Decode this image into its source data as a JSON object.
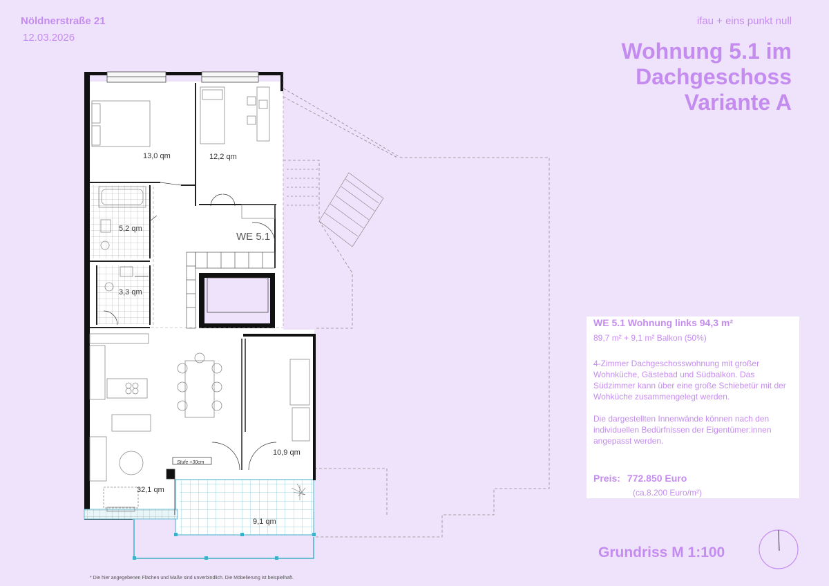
{
  "header": {
    "address": "Nöldnerstraße 21",
    "date": "12.03.2026",
    "office": "ifau + eins punkt null",
    "title_lines": [
      "Wohnung 5.1 im",
      "Dachgeschoss",
      "Variante A"
    ]
  },
  "info": {
    "headline": "WE 5.1 Wohnung links 94,3 m²",
    "area_detail": "89,7 m² + 9,1 m² Balkon (50%)",
    "description_1": "4-Zimmer Dachgeschosswohnung mit großer Wohnküche, Gästebad und Südbalkon. Das Südzimmer kann über eine große Schiebetür mit der Wohküche zusammengelegt werden.",
    "description_2": "Die dargestellten Innenwände können nach den individuellen Bedürfnissen der Eigentümer:innen angepasst werden.",
    "price_label": "Preis:",
    "price_value": "772.850 Euro",
    "price_per_sqm": "(ca.8.200 Euro/m²)"
  },
  "plan": {
    "unit_label": "WE 5.1",
    "rooms": {
      "bedroom_nw": "13,0 qm",
      "bedroom_ne": "12,2 qm",
      "bath": "5,2 qm",
      "wc": "3,3 qm",
      "living_kitchen": "32,1 qm",
      "south_room": "10,9 qm",
      "balcony": "9,1 qm"
    },
    "step_note": "Stufe +30cm"
  },
  "footer": {
    "scale": "Grundriss M 1:100",
    "note": "* Die hier angegebenen Flächen und Maße sind unverbindlich. Die  Möbelierung ist beispielhaft."
  },
  "colors": {
    "background": "#efe3fb",
    "accent": "#c58cf0",
    "wall": "#000000",
    "balcony_grid": "#3bb0c9",
    "furniture": "#8a8a8a"
  }
}
